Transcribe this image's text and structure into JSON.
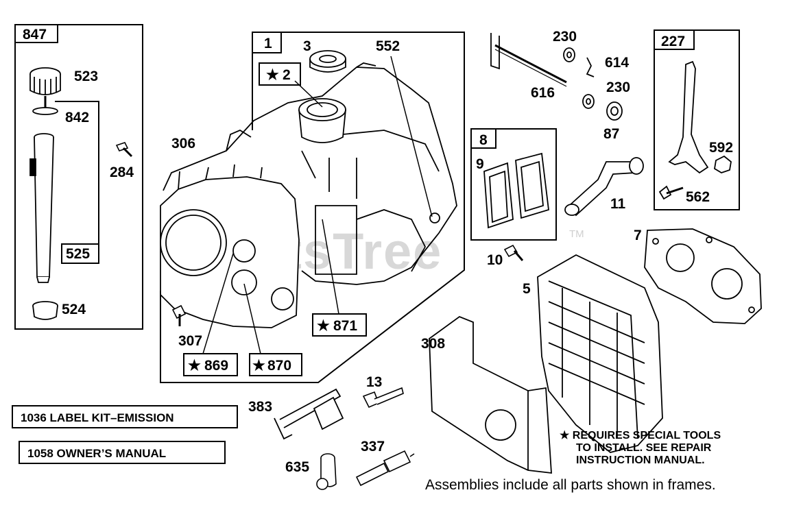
{
  "watermark": {
    "text": "PartsTree",
    "tm": "TM"
  },
  "frames": {
    "f847": "847",
    "f525": "525",
    "f1": "1",
    "f8": "8",
    "f227": "227"
  },
  "stars": {
    "s2": "2",
    "s871": "871",
    "s869": "869",
    "s870": "870",
    "star_glyph": "★"
  },
  "callouts": {
    "c523": "523",
    "c842": "842",
    "c284": "284",
    "c524": "524",
    "c3": "3",
    "c552": "552",
    "c306": "306",
    "c307": "307",
    "c230a": "230",
    "c614": "614",
    "c616": "616",
    "c230b": "230",
    "c87": "87",
    "c9": "9",
    "c592": "592",
    "c562": "562",
    "c11": "11",
    "c10": "10",
    "c7": "7",
    "c5": "5",
    "c308": "308",
    "c13": "13",
    "c383": "383",
    "c337": "337",
    "c635": "635"
  },
  "kits": {
    "label_kit": "1036 LABEL KIT–EMISSION",
    "owners_manual": "1058 OWNER’S MANUAL"
  },
  "note": {
    "line1": "★ REQUIRES SPECIAL TOOLS",
    "line2": "TO INSTALL.  SEE REPAIR",
    "line3": "INSTRUCTION MANUAL."
  },
  "footer": "Assemblies include all parts shown in frames."
}
